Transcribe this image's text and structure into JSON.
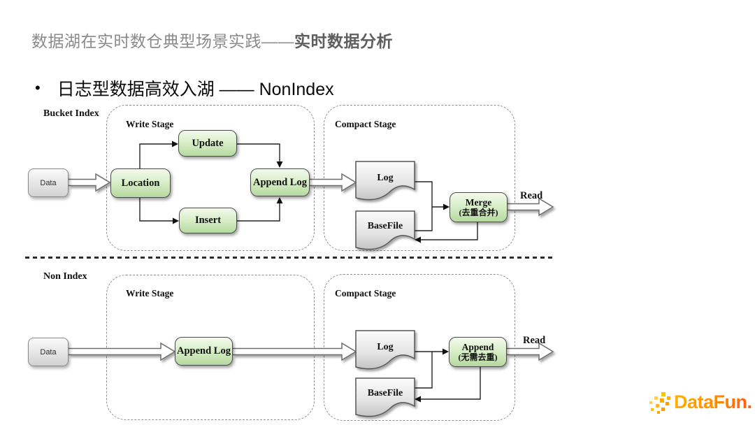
{
  "header": {
    "title_prefix": "数据湖在实时数仓典型场景实践——",
    "title_emphasis": "实时数据分析",
    "bullet_marker": "•",
    "bullet_text": "日志型数据高效入湖 —— NonIndex"
  },
  "bucket_index": {
    "section_label": "Bucket Index",
    "data_node": "Data",
    "write_stage_label": "Write Stage",
    "update_node": "Update",
    "location_node": "Location",
    "insert_node": "Insert",
    "append_log_node": "Append Log",
    "compact_stage_label": "Compact Stage",
    "log_node": "Log",
    "basefile_node": "BaseFile",
    "merge_node_title": "Merge",
    "merge_node_subtitle": "(去重合并)",
    "read_label": "Read"
  },
  "non_index": {
    "section_label": "Non Index",
    "data_node": "Data",
    "write_stage_label": "Write Stage",
    "append_log_node": "Append Log",
    "compact_stage_label": "Compact Stage",
    "log_node": "Log",
    "basefile_node": "BaseFile",
    "merge_node_title": "Append",
    "merge_node_subtitle": "(无需去重)",
    "read_label": "Read"
  },
  "logo": {
    "text": "DataFun."
  },
  "colors": {
    "node_green": "#b6d9a0",
    "node_green_light": "#f2faed",
    "node_gray": "#d2d2d2",
    "node_border": "#4a4a4a",
    "title_gray": "#8a8a8a",
    "logo_gradient_start": "#ffb200",
    "logo_gradient_end": "#ff5a1f"
  }
}
